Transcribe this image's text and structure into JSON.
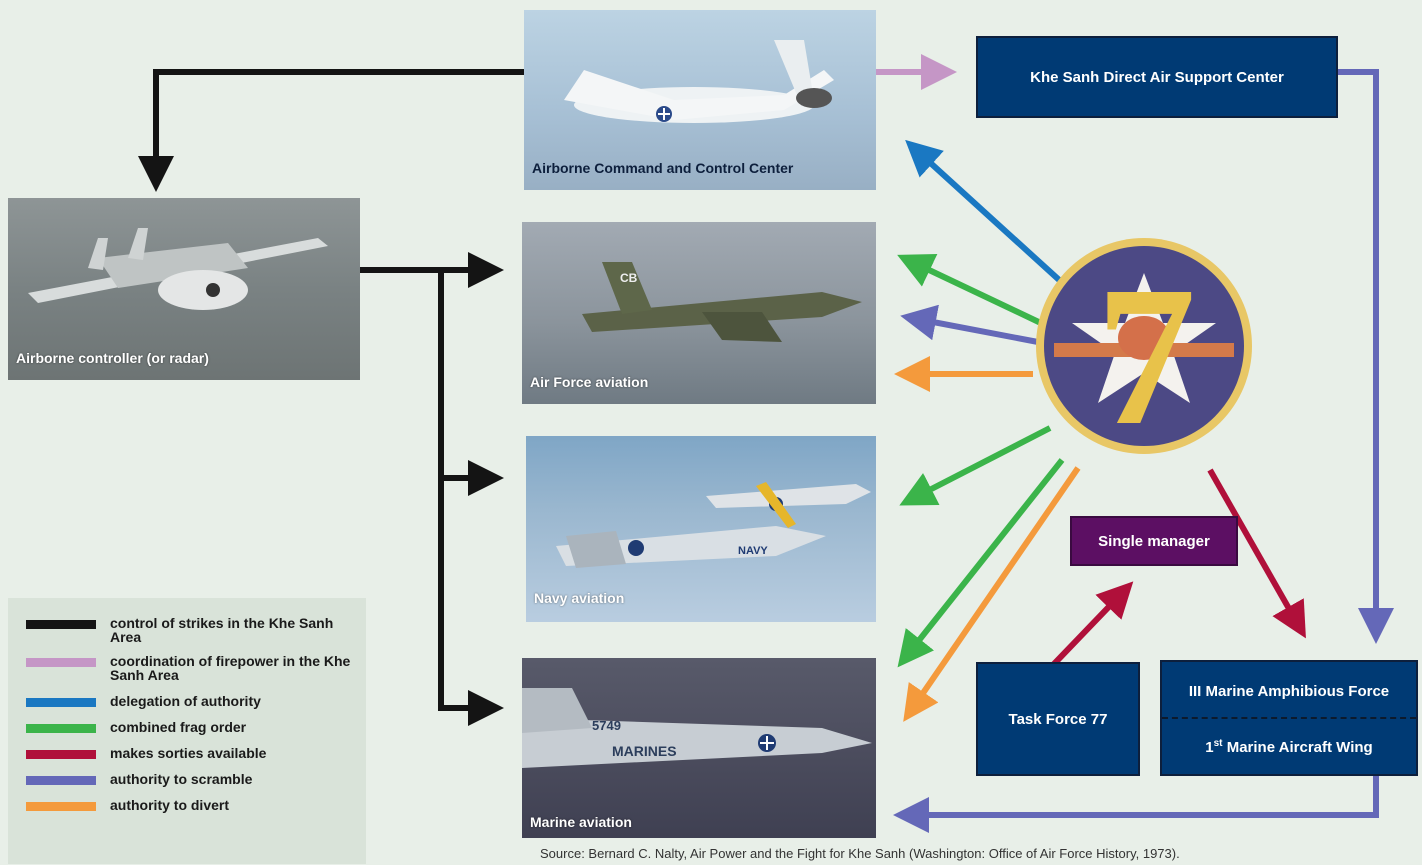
{
  "nodes": {
    "abccc": "Airborne Command and Control Center",
    "dasc": "Khe Sanh Direct Air Support Center",
    "controller": "Airborne controller (or radar)",
    "air_force": "Air Force aviation",
    "navy": "Navy aviation",
    "marine": "Marine aviation",
    "single_manager": "Single manager",
    "task_force": "Task Force 77",
    "mar_force": "III Marine Amphibious Force",
    "wing_prefix": "1",
    "wing_sup": "st",
    "wing_rest": " Marine Aircraft Wing"
  },
  "emblem": {
    "numeral": "7"
  },
  "aircraft_markings": {
    "air_force_code": "CB",
    "marine_tail": "5749",
    "marine_text": "MARINES",
    "navy_text": "NAVY"
  },
  "legend": [
    {
      "label": "control of strikes in the Khe Sanh Area",
      "color": "#141414"
    },
    {
      "label": "coordination of firepower in the Khe Sanh Area",
      "color": "#c596c6"
    },
    {
      "label": "delegation of authority",
      "color": "#1a78c2"
    },
    {
      "label": "combined frag order",
      "color": "#3bb44a"
    },
    {
      "label": "makes sorties available",
      "color": "#b0103a"
    },
    {
      "label": "authority to scramble",
      "color": "#6468b8"
    },
    {
      "label": "authority to divert",
      "color": "#f49a3c"
    }
  ],
  "source": "Source: Bernard C. Nalty, Air Power and the Fight for Khe Sanh (Washington: Office of Air Force History, 1973)."
}
